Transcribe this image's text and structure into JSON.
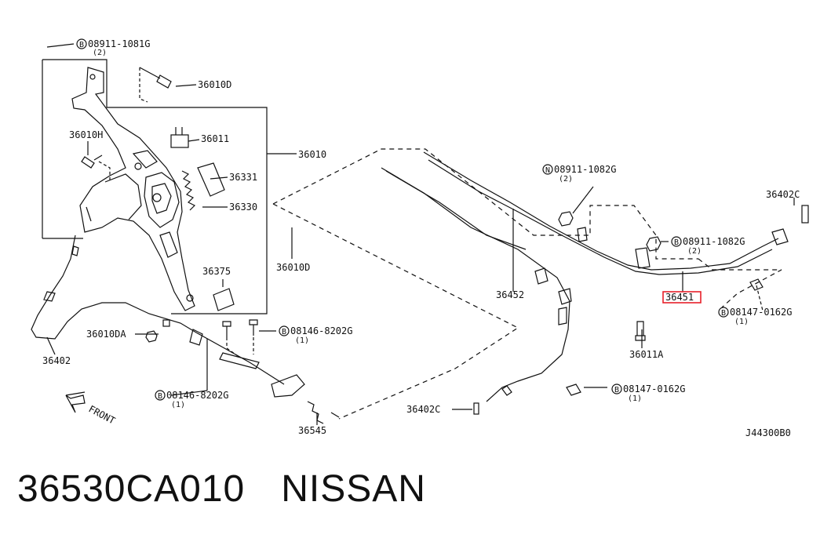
{
  "diagram": {
    "reference_code": "J44300B0",
    "front_label": "FRONT",
    "highlight_color": "#e8202a",
    "labels": {
      "l36010": "36010",
      "l36010D_a": "36010D",
      "l36010D_b": "36010D",
      "l36010H": "36010H",
      "l36011": "36011",
      "l36331": "36331",
      "l36330": "36330",
      "l36375": "36375",
      "l36010DA": "36010DA",
      "l36402": "36402",
      "l36545": "36545",
      "l36452": "36452",
      "l36451": "36451",
      "l36011A": "36011A",
      "l36402C_a": "36402C",
      "l36402C_b": "36402C"
    },
    "fasteners": [
      {
        "mark": "B",
        "code": "08911-1081G",
        "qty": "(2)"
      },
      {
        "mark": "N",
        "code": "08911-1082G",
        "qty": "(2)"
      },
      {
        "mark": "B",
        "code": "08911-1082G",
        "qty": "(2)"
      },
      {
        "mark": "B",
        "code": "08147-0162G",
        "qty": "(1)"
      },
      {
        "mark": "B",
        "code": "08146-8202G",
        "qty": "(1)"
      },
      {
        "mark": "B",
        "code": "08146-8202G",
        "qty": "(1)"
      },
      {
        "mark": "B",
        "code": "08147-0162G",
        "qty": "(1)"
      }
    ]
  },
  "part": {
    "number": "36530CA010",
    "brand": "NISSAN"
  }
}
